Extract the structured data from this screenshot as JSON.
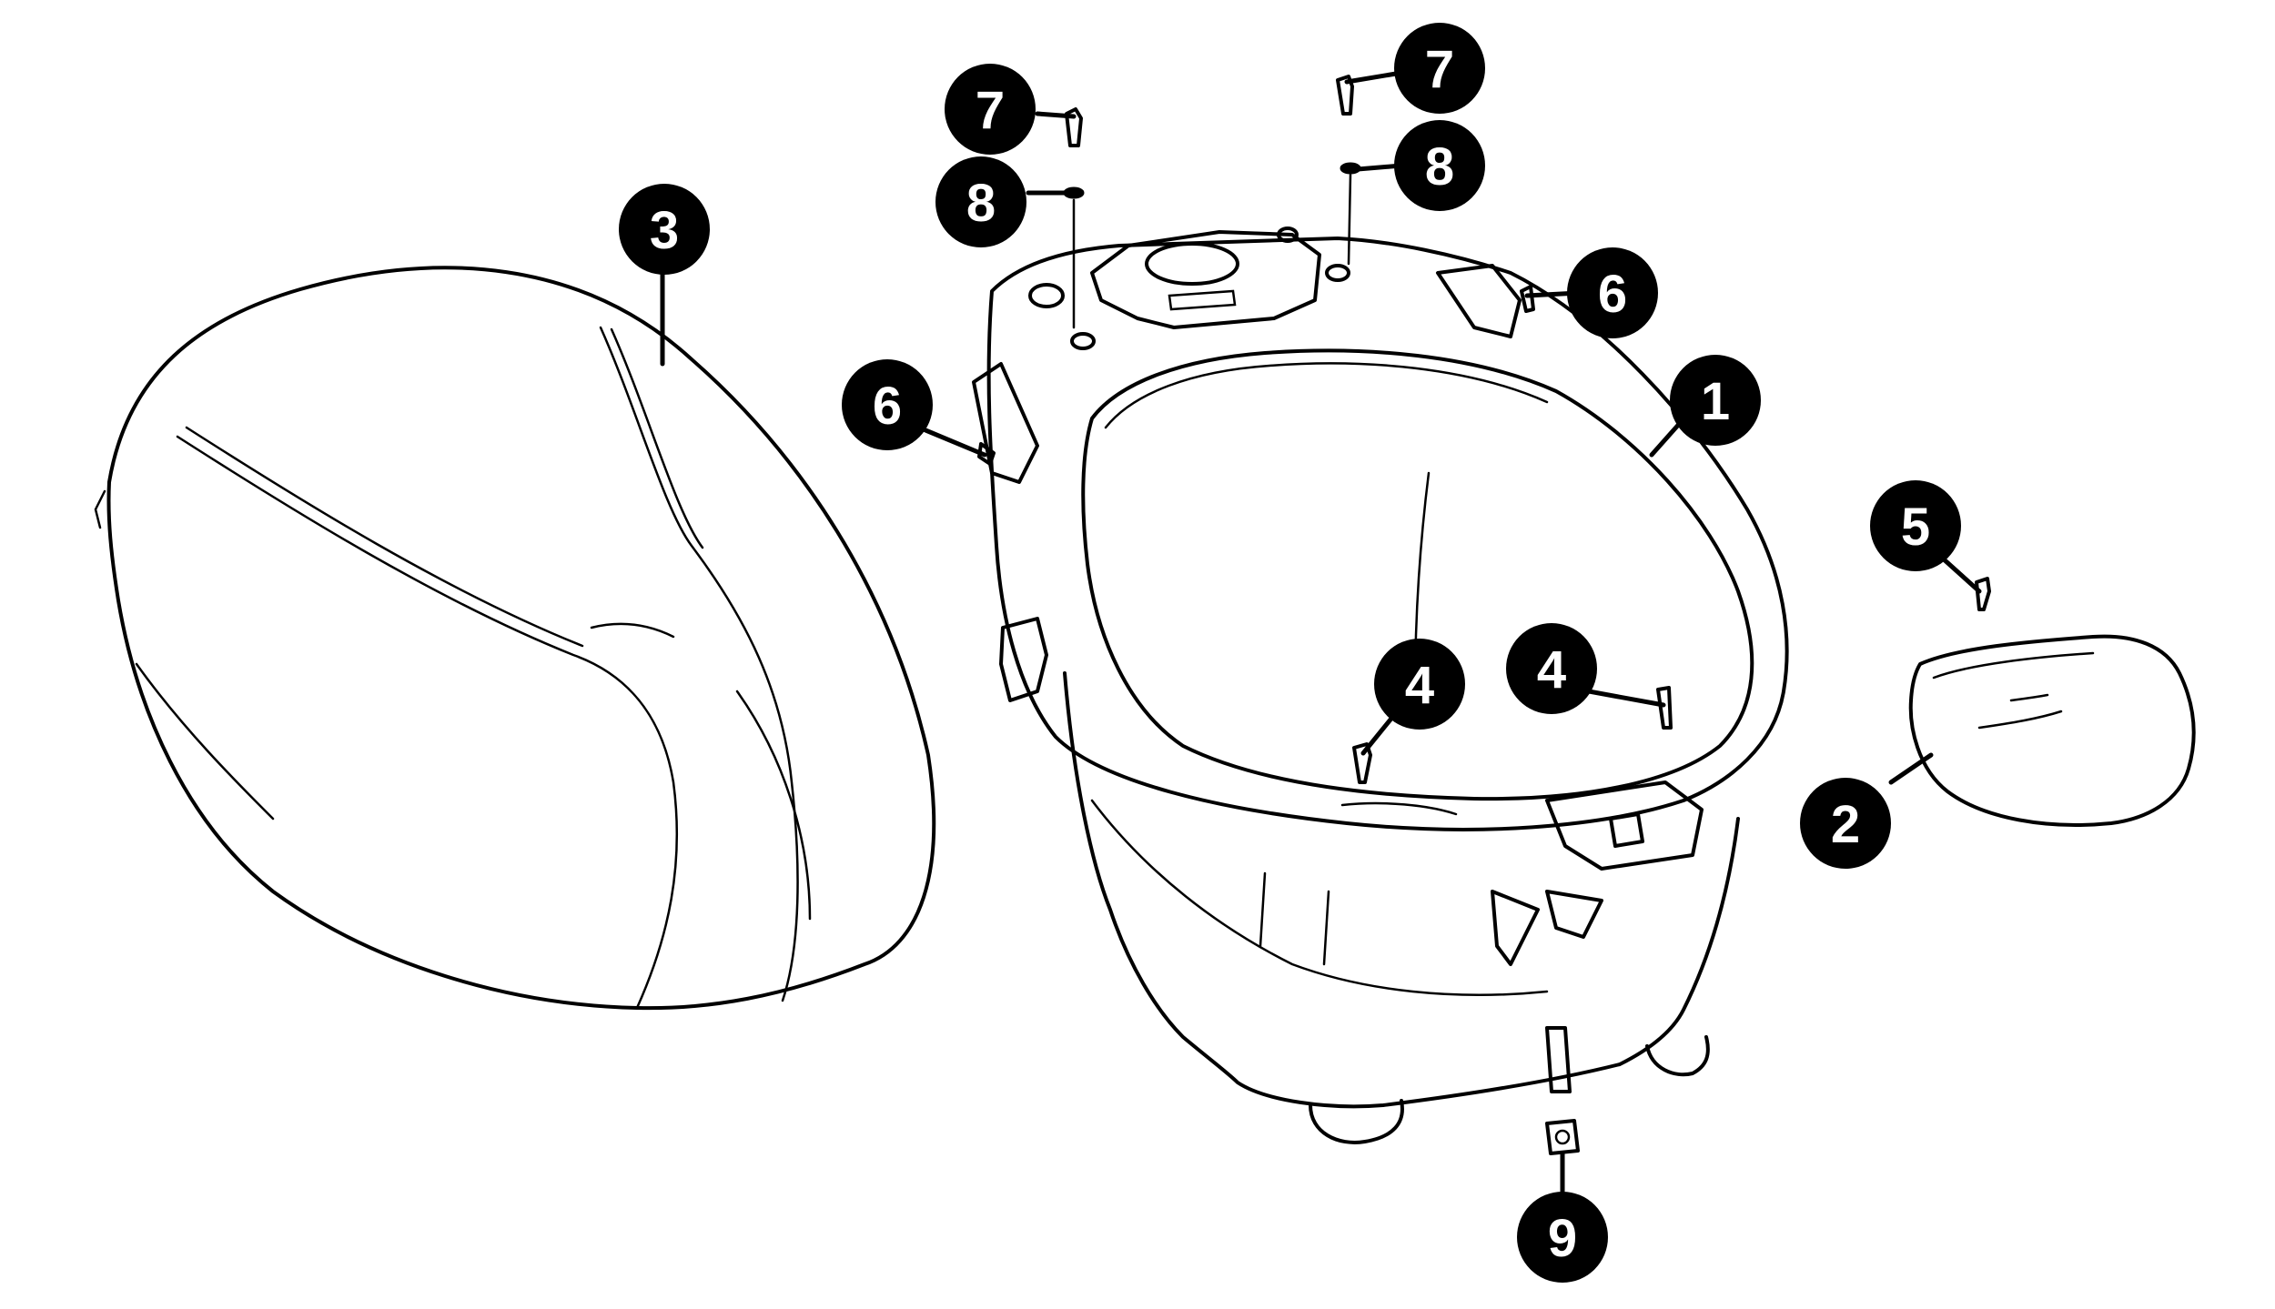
{
  "colors": {
    "ink": "#000000",
    "paper": "#ffffff",
    "callout_text": "#ffffff"
  },
  "callouts": [
    {
      "id": "c1",
      "label": "1"
    },
    {
      "id": "c2",
      "label": "2"
    },
    {
      "id": "c3",
      "label": "3"
    },
    {
      "id": "c4a",
      "label": "4"
    },
    {
      "id": "c4b",
      "label": "4"
    },
    {
      "id": "c5",
      "label": "5"
    },
    {
      "id": "c6a",
      "label": "6"
    },
    {
      "id": "c6b",
      "label": "6"
    },
    {
      "id": "c7a",
      "label": "7"
    },
    {
      "id": "c7b",
      "label": "7"
    },
    {
      "id": "c8a",
      "label": "8"
    },
    {
      "id": "c8b",
      "label": "8"
    },
    {
      "id": "c9",
      "label": "9"
    }
  ]
}
